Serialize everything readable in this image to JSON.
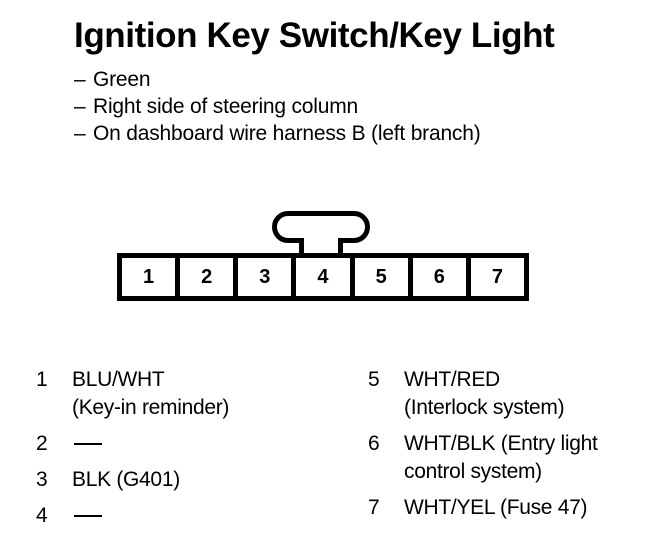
{
  "title": "Ignition Key Switch/Key Light",
  "notes": [
    {
      "dash": "–",
      "text": "Green"
    },
    {
      "dash": "–",
      "text": "Right side of steering column"
    },
    {
      "dash": "–",
      "text": "On dashboard wire harness B (left branch)"
    }
  ],
  "connector": {
    "pin_count": 7,
    "pins": [
      "1",
      "2",
      "3",
      "4",
      "5",
      "6",
      "7"
    ],
    "latch_position_pin": "4"
  },
  "legend": {
    "left": [
      {
        "num": "1",
        "desc": "BLU/WHT",
        "sub": "(Key-in reminder)",
        "empty": false
      },
      {
        "num": "2",
        "desc": "",
        "sub": "",
        "empty": true
      },
      {
        "num": "3",
        "desc": "BLK (G401)",
        "sub": "",
        "empty": false
      },
      {
        "num": "4",
        "desc": "",
        "sub": "",
        "empty": true
      }
    ],
    "right": [
      {
        "num": "5",
        "desc": "WHT/RED",
        "sub": "(Interlock system)",
        "empty": false
      },
      {
        "num": "6",
        "desc": "WHT/BLK (Entry light",
        "sub": "control system)",
        "empty": false
      },
      {
        "num": "7",
        "desc": "WHT/YEL (Fuse 47)",
        "sub": "",
        "empty": false
      }
    ]
  },
  "colors": {
    "ink": "#000000",
    "paper": "#ffffff"
  }
}
